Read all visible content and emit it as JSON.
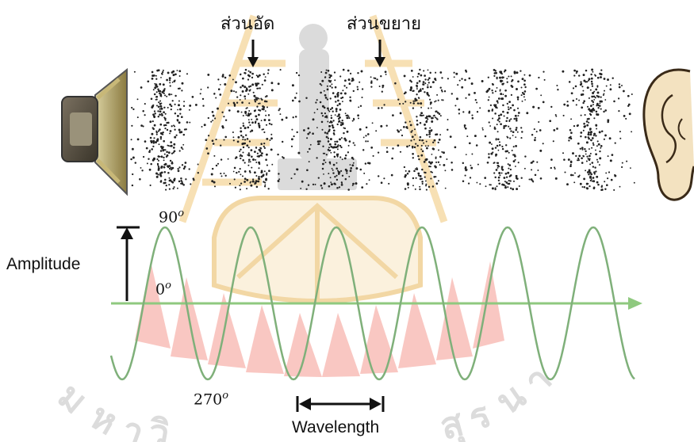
{
  "labels": {
    "compression": "ส่วนอัด",
    "rarefaction": "ส่วนขยาย",
    "amplitude": "Amplitude",
    "wavelength": "Wavelength"
  },
  "angles": {
    "top": {
      "value": "90",
      "unit": "o"
    },
    "zero": {
      "value": "0",
      "unit": "o"
    },
    "bottom": {
      "value": "270",
      "unit": "o"
    }
  },
  "colors": {
    "wave": "#7fb07a",
    "axis": "#8fc97f",
    "dots": "#222222",
    "arrow": "#111111",
    "watermark_red": "#f6a8a0",
    "watermark_gold": "#f3d59a",
    "watermark_grey": "#c8c8c8"
  },
  "icons": {
    "source": "speaker-icon",
    "receiver": "ear-icon"
  },
  "watermark_lettering": "มหาวิทยาลัยเทคโนโลยีสุรนารี"
}
